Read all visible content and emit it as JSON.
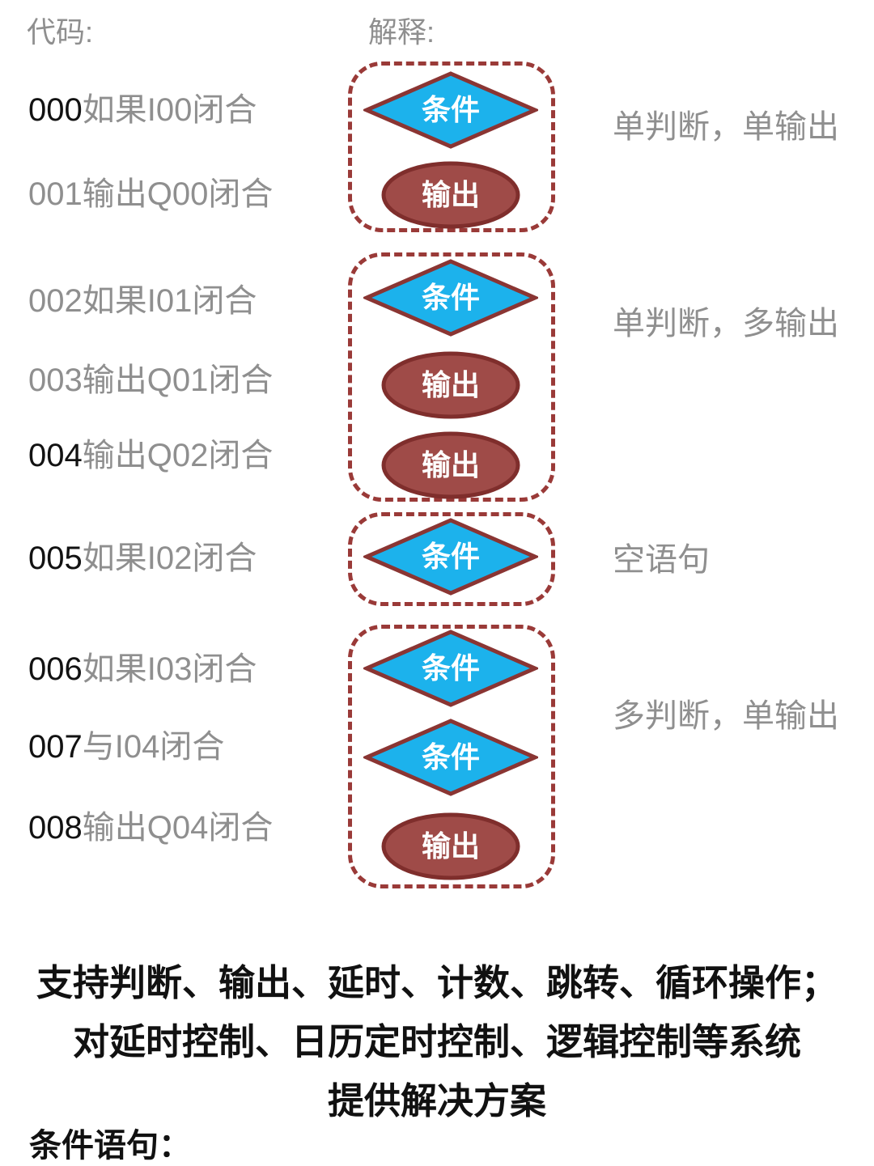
{
  "header": {
    "code_label": "代码:",
    "explain_label": "解释:"
  },
  "code_lines": [
    {
      "num": "000",
      "text": "如果I00闭合",
      "num_class": "black"
    },
    {
      "num": "001",
      "text": "输出Q00闭合",
      "num_class": "gray"
    },
    {
      "num": "002",
      "text": "如果I01闭合",
      "num_class": "gray"
    },
    {
      "num": "003",
      "text": "输出Q01闭合",
      "num_class": "gray"
    },
    {
      "num": "004",
      "text": "输出Q02闭合",
      "num_class": "black"
    },
    {
      "num": "005",
      "text": "如果I02闭合",
      "num_class": "black"
    },
    {
      "num": "006",
      "text": "如果I03闭合",
      "num_class": "black"
    },
    {
      "num": "007",
      "text": "与I04闭合",
      "num_class": "black"
    },
    {
      "num": "008",
      "text": "输出Q04闭合",
      "num_class": "black"
    }
  ],
  "shape_labels": {
    "condition": "条件",
    "output": "输出"
  },
  "groups": [
    {
      "annotation": "单判断，单输出",
      "shapes": [
        "condition",
        "output"
      ]
    },
    {
      "annotation": "单判断，多输出",
      "shapes": [
        "condition",
        "output",
        "output"
      ]
    },
    {
      "annotation": "空语句",
      "shapes": [
        "condition"
      ]
    },
    {
      "annotation": "多判断，单输出",
      "shapes": [
        "condition",
        "condition",
        "output"
      ]
    }
  ],
  "footer": {
    "line1": "支持判断、输出、延时、计数、跳转、循环操作；",
    "line2": "对延时控制、日历定时控制、逻辑控制等系统",
    "line3": "提供解决方案",
    "condition_heading": "条件语句："
  },
  "colors": {
    "condition_fill": "#1cb2ec",
    "condition_border": "#8a3533",
    "output_fill": "#9f4b48",
    "output_border": "#7f2e2c",
    "group_border": "#9a3a38",
    "text_gray": "#8f8f8f",
    "text_black": "#121212"
  }
}
